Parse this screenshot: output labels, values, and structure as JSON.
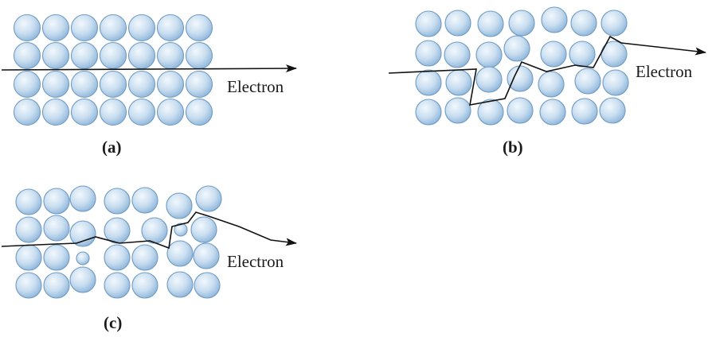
{
  "colors": {
    "atom_fill_light": "#f2f8fd",
    "atom_fill_mid": "#c9def0",
    "atom_fill_dark": "#8fb6da",
    "atom_stroke": "#6f9bc4",
    "path": "#111111"
  },
  "panels": {
    "a": {
      "label": "(a)",
      "electron_label": "Electron"
    },
    "b": {
      "label": "(b)",
      "electron_label": "Electron"
    },
    "c": {
      "label": "(c)",
      "electron_label": "Electron"
    }
  }
}
